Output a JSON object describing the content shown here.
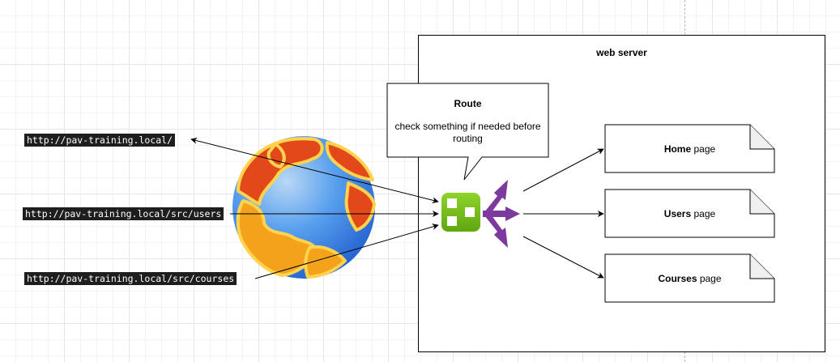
{
  "urls": [
    "http://pav-training.local/",
    "http://pav-training.local/src/users",
    "http://pav-training.local/src/courses"
  ],
  "web_server": {
    "title": "web server"
  },
  "route": {
    "title": "Route",
    "description": "check something if needed before routing"
  },
  "pages": [
    {
      "name": "Home",
      "suffix": " page"
    },
    {
      "name": "Users",
      "suffix": " page"
    },
    {
      "name": "Courses",
      "suffix": " page"
    }
  ],
  "colors": {
    "router_icon": "#7ac11a",
    "split_arrows": "#7d3a9e",
    "globe_ocean": "#2f7fe8",
    "globe_land": "#f4a21c"
  },
  "icons": [
    "globe-icon",
    "router-icon",
    "split-arrows-icon",
    "document-icon"
  ]
}
